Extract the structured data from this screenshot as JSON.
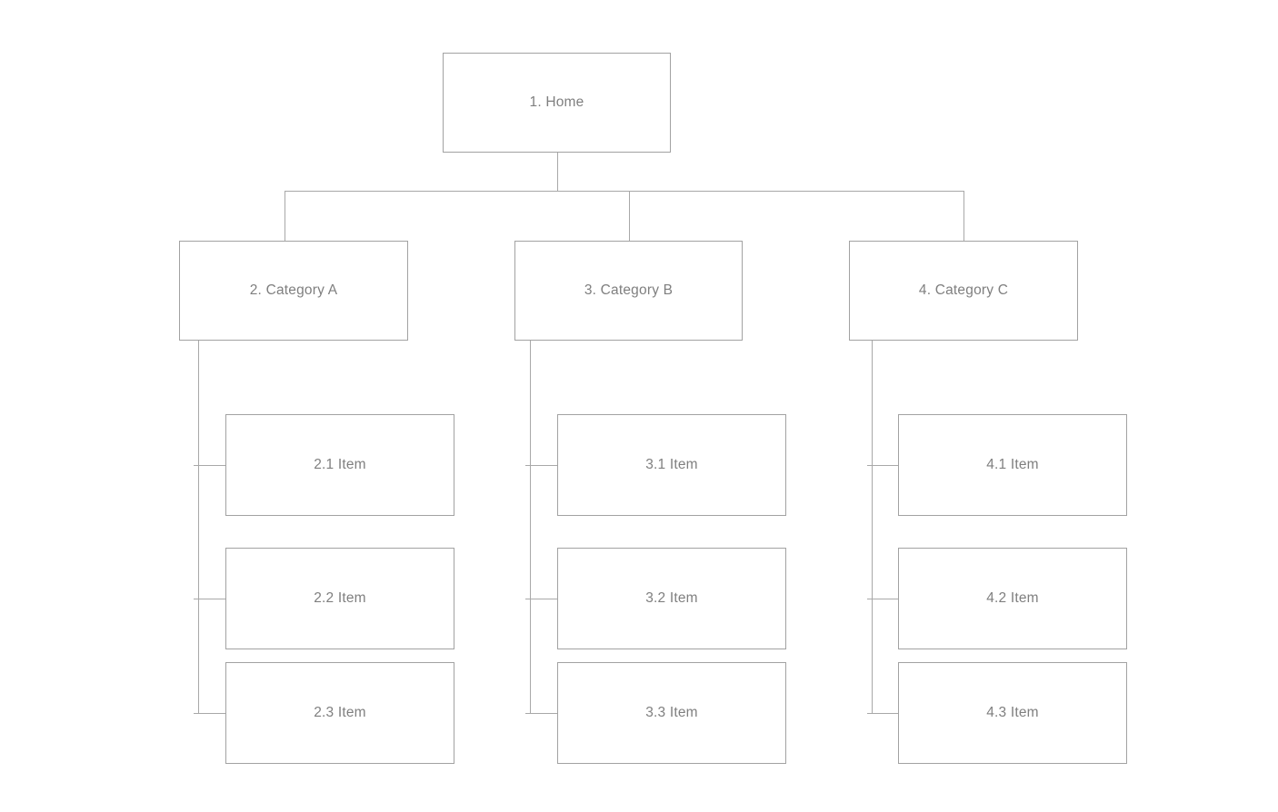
{
  "colors": {
    "background": "#ffffff",
    "node_fill": "#ffffff",
    "node_border": "#a2a2a2",
    "connector": "#a8a8a8",
    "text": "#7f7f7f"
  },
  "tree": {
    "root": {
      "label": "1. Home"
    },
    "branches": [
      {
        "label": "2. Category A",
        "children": [
          {
            "label": "2.1 Item"
          },
          {
            "label": "2.2 Item"
          },
          {
            "label": "2.3 Item"
          }
        ]
      },
      {
        "label": "3. Category B",
        "children": [
          {
            "label": "3.1 Item"
          },
          {
            "label": "3.2 Item"
          },
          {
            "label": "3.3 Item"
          }
        ]
      },
      {
        "label": "4. Category C",
        "children": [
          {
            "label": "4.1 Item"
          },
          {
            "label": "4.2 Item"
          },
          {
            "label": "4.3 Item"
          }
        ]
      }
    ]
  }
}
